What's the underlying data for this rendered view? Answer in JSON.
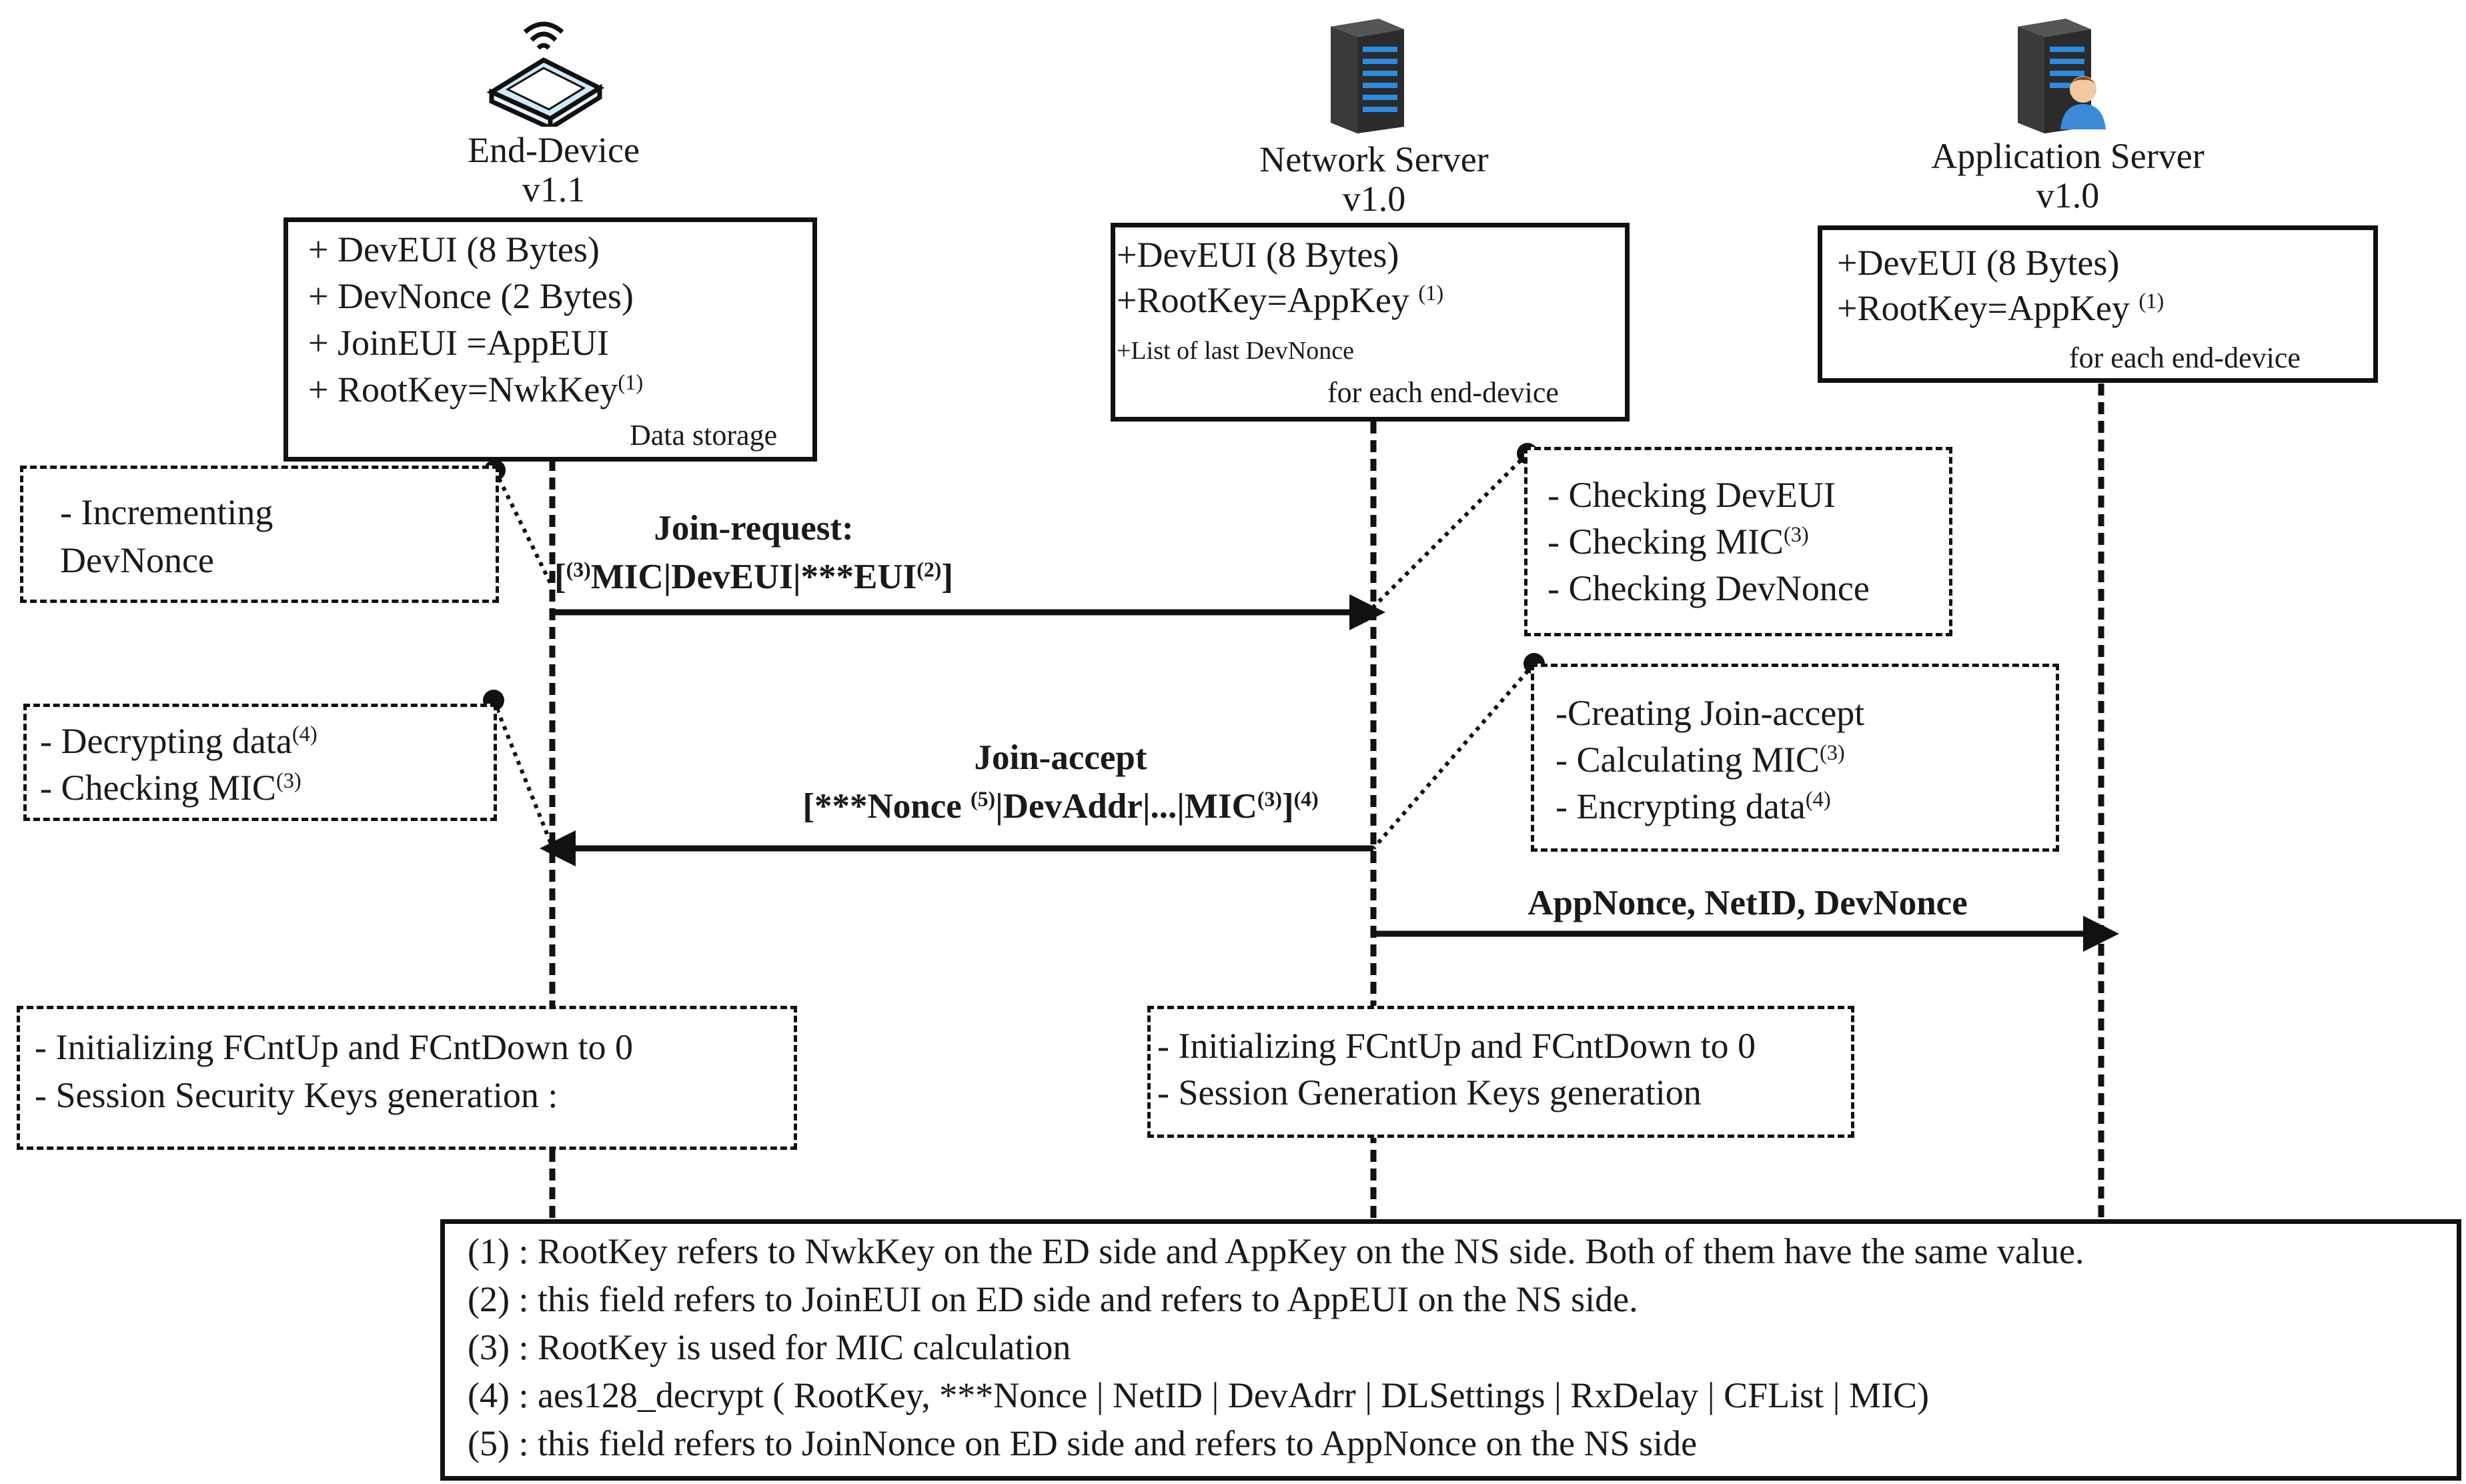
{
  "actors": {
    "end_device": {
      "name": "End-Device",
      "version": "v1.1"
    },
    "network_server": {
      "name": "Network Server",
      "version": "v1.0"
    },
    "application_server": {
      "name": "Application Server",
      "version": "v1.0"
    }
  },
  "storage": {
    "end_device": {
      "lines": [
        "+ DevEUI (8 Bytes)",
        "+ DevNonce (2 Bytes)",
        "+ JoinEUI =AppEUI",
        "+ RootKey=NwkKey"
      ],
      "rootkey_sup": "(1)",
      "caption": "Data storage"
    },
    "network_server": {
      "lines": [
        "+DevEUI (8 Bytes)",
        "+RootKey=AppKey",
        "+List of last DevNonce"
      ],
      "rootkey_sup": "(1)",
      "caption": "for each end-device"
    },
    "application_server": {
      "lines": [
        "+DevEUI (8 Bytes)",
        "+RootKey=AppKey"
      ],
      "rootkey_sup": "(1)",
      "caption": "for each end-device"
    }
  },
  "notes": {
    "ed_increment": [
      "- Incrementing",
      "DevNonce"
    ],
    "ns_checking": [
      "- Checking DevEUI",
      "- Checking MIC",
      "- Checking DevNonce"
    ],
    "ns_checking_sup": "(3)",
    "ed_decrypt": {
      "line1": "- Decrypting data",
      "sup1": "(4)",
      "line2": "- Checking MIC",
      "sup2": "(3)"
    },
    "ns_create": {
      "line1": "-Creating Join-accept",
      "line2": "- Calculating MIC",
      "sup2": "(3)",
      "line3": "- Encrypting data",
      "sup3": "(4)"
    },
    "ed_session": [
      "- Initializing FCntUp and FCntDown to 0",
      "- Session Security Keys generation :"
    ],
    "ns_session": [
      "- Initializing FCntUp and FCntDown to 0",
      "- Session Generation Keys generation"
    ]
  },
  "messages": {
    "join_request": {
      "title": "Join-request:",
      "open": "[",
      "sup_a": "(3)",
      "body": "MIC|DevEUI|***EUI",
      "sup_b": "(2)",
      "close": "]"
    },
    "join_accept": {
      "title": "Join-accept",
      "part1": "[***Nonce ",
      "sup1": "(5)",
      "part2": "|DevAddr|...|MIC",
      "sup2": "(3)",
      "part3": "]",
      "sup3": "(4)"
    },
    "ns_to_as": {
      "label": "AppNonce, NetID, DevNonce"
    }
  },
  "footnotes": [
    {
      "marker": "(1)",
      "text": " : RootKey refers to NwkKey on the ED side and  AppKey on the NS side. Both of them  have the same value."
    },
    {
      "marker": "(2)",
      "text": " : this field refers to JoinEUI on ED side and refers to AppEUI on the NS side."
    },
    {
      "marker": "(3)",
      "text": " : RootKey is used for MIC calculation"
    },
    {
      "marker": "(4)",
      "text": " : aes128_decrypt ( RootKey, ***Nonce | NetID | DevAdrr | DLSettings | RxDelay | CFList | MIC)"
    },
    {
      "marker": "(5)",
      "text": " : this field refers to JoinNonce on ED side and refers to AppNonce on the NS side"
    }
  ],
  "icons": [
    "router-wifi-icon",
    "server-icon",
    "application-server-icon"
  ],
  "colors": {
    "ink": "#111111",
    "server_led": "#2a8be0",
    "router_screen": "#cfe9f7",
    "user_skin": "#f2c9a0",
    "user_shirt": "#3b8ad8"
  }
}
